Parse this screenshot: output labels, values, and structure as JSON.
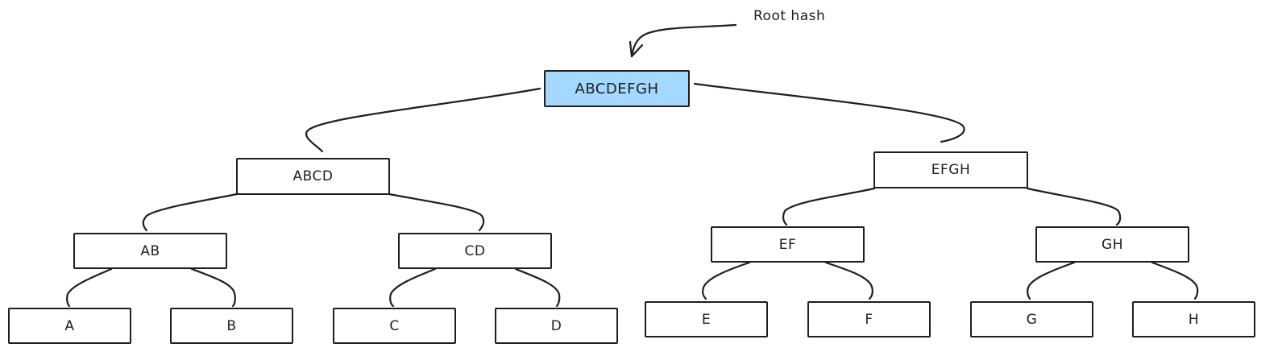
{
  "annotation": {
    "text": "Root hash"
  },
  "colors": {
    "root_fill": "#a5d8ff",
    "node_fill": "#ffffff",
    "stroke": "#1e1e1e"
  },
  "tree": {
    "root": {
      "label": "ABCDEFGH"
    },
    "level1": [
      {
        "label": "ABCD"
      },
      {
        "label": "EFGH"
      }
    ],
    "level2": [
      {
        "label": "AB"
      },
      {
        "label": "CD"
      },
      {
        "label": "EF"
      },
      {
        "label": "GH"
      }
    ],
    "leaves": [
      {
        "label": "A"
      },
      {
        "label": "B"
      },
      {
        "label": "C"
      },
      {
        "label": "D"
      },
      {
        "label": "E"
      },
      {
        "label": "F"
      },
      {
        "label": "G"
      },
      {
        "label": "H"
      }
    ]
  }
}
